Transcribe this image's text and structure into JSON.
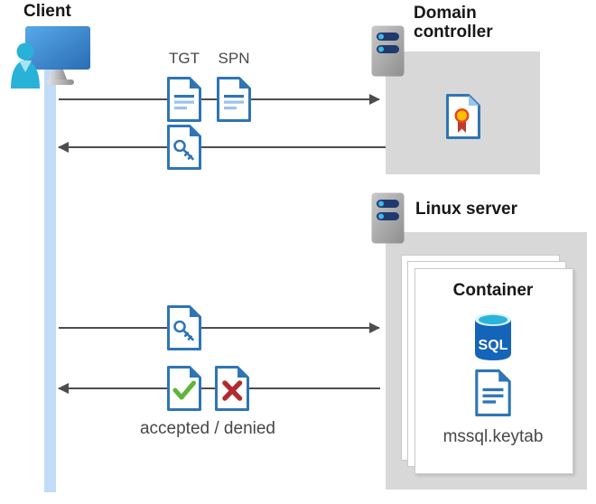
{
  "client": {
    "label": "Client"
  },
  "domain_controller": {
    "label": "Domain controller"
  },
  "linux_server": {
    "label": "Linux server"
  },
  "container": {
    "label": "Container",
    "sql_label": "SQL",
    "keytab_file": "mssql.keytab"
  },
  "flow": {
    "tgt_label": "TGT",
    "spn_label": "SPN",
    "response_label": "accepted / denied"
  },
  "icons": {
    "client": "person-at-monitor",
    "domain_controller": "server",
    "linux_server": "server",
    "certificate": "certificate-document",
    "tgt": "text-document",
    "spn": "text-document",
    "service_ticket": "key-document",
    "accepted": "check-document",
    "denied": "x-document",
    "database": "sql-database-cylinder",
    "keytab": "text-document"
  },
  "colors": {
    "doc_blue": "#2e75b6",
    "doc_blue_light": "#9dc3e6",
    "person_cyan": "#29b2d8",
    "arrow_gray": "#4d4d4d",
    "box_gray": "#d8d8d8",
    "lifeline_blue": "#c2dbf7",
    "check_green": "#5fb43a",
    "deny_red": "#b02b30",
    "sql_blue": "#1464ba",
    "cert_yellow": "#ffc000",
    "cert_red": "#c0392b",
    "server_bar_navy": "#1f3a6e",
    "server_dot_cyan": "#45b6e8"
  }
}
